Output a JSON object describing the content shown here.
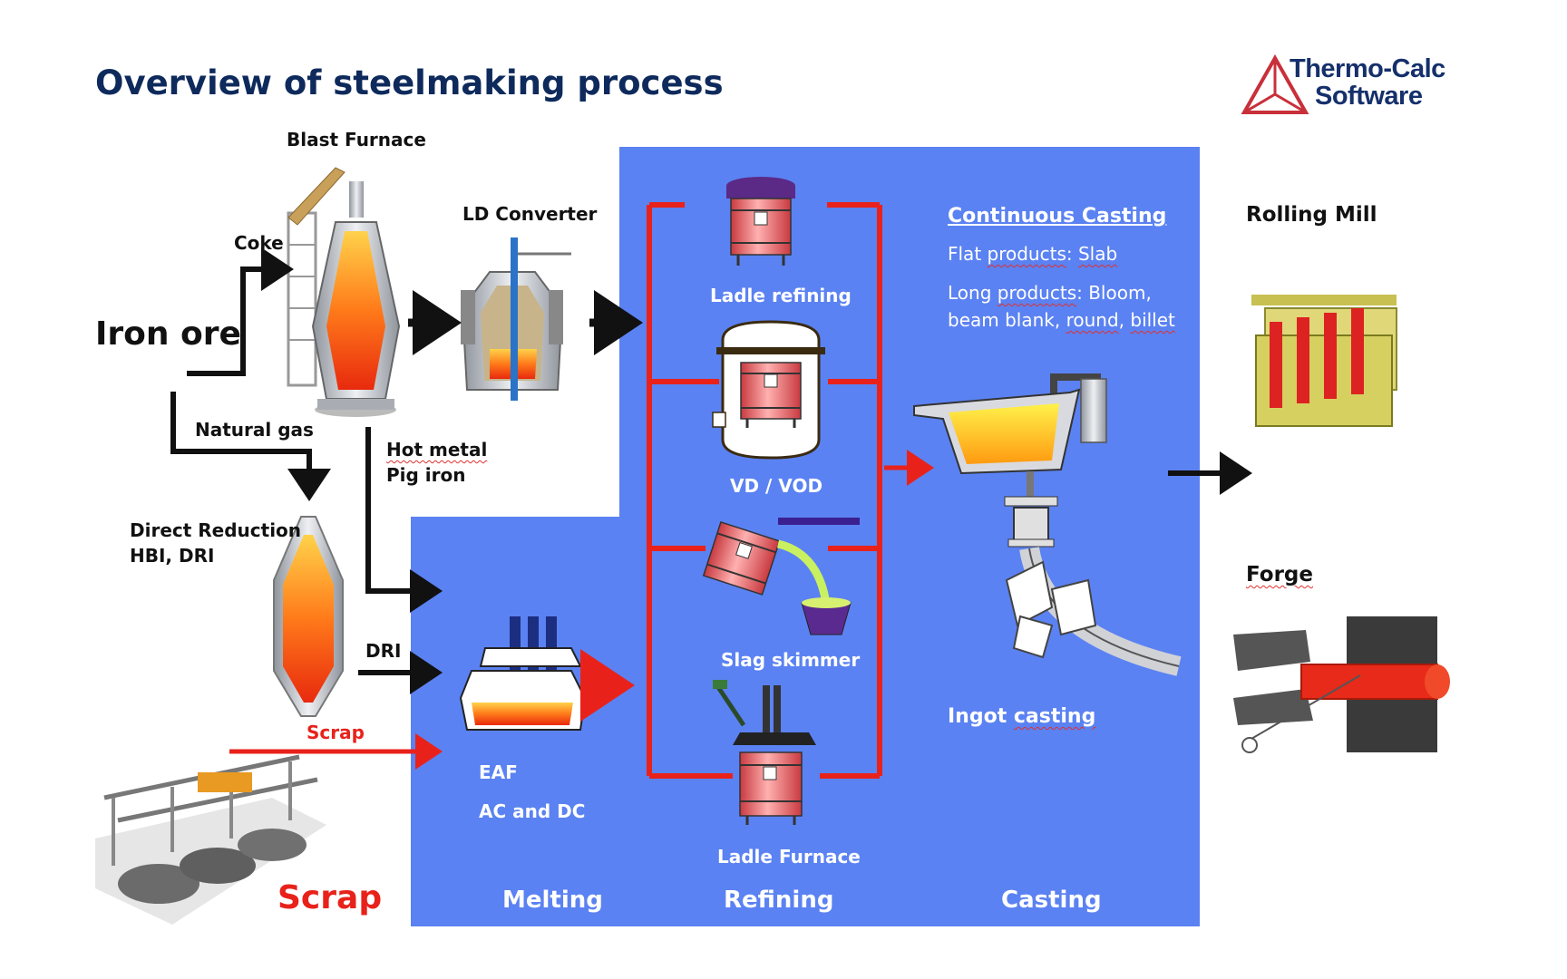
{
  "title": "Overview of steelmaking process",
  "logo": {
    "line1": "Thermo-Calc",
    "line2": "Software"
  },
  "inputs": {
    "iron_ore": "Iron ore",
    "coke": "Coke",
    "natural_gas": "Natural gas",
    "hot_metal": "Hot metal",
    "pig_iron": "Pig iron",
    "dri": "DRI",
    "scrap_arrow": "Scrap",
    "scrap_big": "Scrap"
  },
  "units": {
    "blast_furnace": "Blast Furnace",
    "ld_converter": "LD Converter",
    "direct_reduction_1": "Direct Reduction",
    "direct_reduction_2": "HBI, DRI",
    "eaf": "EAF",
    "ac_dc": "AC and DC",
    "ladle_refining": "Ladle refining",
    "vd_vod": "VD / VOD",
    "slag_skimmer": "Slag skimmer",
    "ladle_furnace": "Ladle Furnace"
  },
  "casting": {
    "heading": "Continuous Casting",
    "flat_prefix": "Flat ",
    "flat_word": "products",
    "flat_colon": ": ",
    "flat_item": "Slab",
    "long_prefix": "Long ",
    "long_word": "products",
    "long_rest": ": Bloom,",
    "line3_a": "beam blank, ",
    "line3_round": "round",
    "line3_sep": ", ",
    "line3_billet": "billet",
    "ingot_a": "Ingot ",
    "ingot_b": "casting"
  },
  "outputs": {
    "rolling_mill": "Rolling Mill",
    "forge": "Forge"
  },
  "stages": {
    "melting": "Melting",
    "refining": "Refining",
    "casting": "Casting"
  },
  "colors": {
    "panel_blue": "#5b82f2",
    "title_navy": "#0e2a5c",
    "flow_red": "#e8221b",
    "arrow_black": "#111111"
  }
}
